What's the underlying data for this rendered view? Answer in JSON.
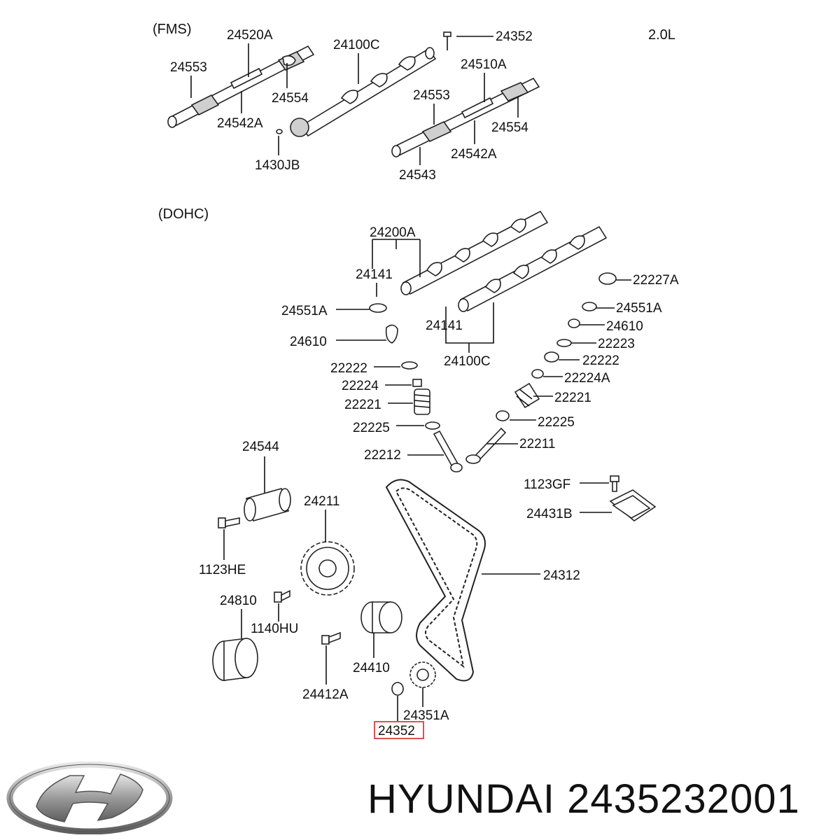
{
  "sections": {
    "fms": "(FMS)",
    "dohc": "(DOHC)",
    "engine": "2.0L"
  },
  "labels": {
    "p24520A": "24520A",
    "p24553_top": "24553",
    "p24554_top": "24554",
    "p24542A_top": "24542A",
    "p1430JB": "1430JB",
    "p24100C_top": "24100C",
    "p24352_top": "24352",
    "p24510A": "24510A",
    "p24553_mid": "24553",
    "p24554_mid": "24554",
    "p24542A_mid": "24542A",
    "p24543": "24543",
    "p24200A": "24200A",
    "p24141_left": "24141",
    "p24551A_left": "24551A",
    "p24610_left": "24610",
    "p22222_left": "22222",
    "p22224": "22224",
    "p22221_left": "22221",
    "p22225_left": "22225",
    "p22212": "22212",
    "p24141_right": "24141",
    "p24100C_dohc": "24100C",
    "p22227A": "22227A",
    "p24551A_right": "24551A",
    "p24610_right": "24610",
    "p22223": "22223",
    "p22222_right": "22222",
    "p22224A": "22224A",
    "p22221_right": "22221",
    "p22225_right": "22225",
    "p22211": "22211",
    "p24544": "24544",
    "p24211": "24211",
    "p1123HE": "1123HE",
    "p24810": "24810",
    "p1140HU": "1140HU",
    "p24412A": "24412A",
    "p24410": "24410",
    "p24351A": "24351A",
    "p24352_highlight": "24352",
    "p24312": "24312",
    "p1123GF": "1123GF",
    "p24431B": "24431B"
  },
  "highlight_color": "#d9534f",
  "footer": {
    "brand_text": "HYUNDAI 2435232001",
    "logo": "hyundai-logo"
  }
}
